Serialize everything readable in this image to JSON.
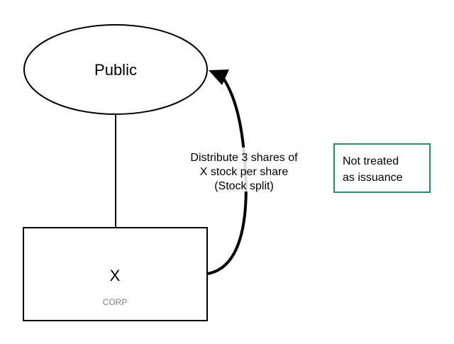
{
  "nodes": {
    "public": {
      "label": "Public"
    },
    "corp": {
      "label": "X",
      "sublabel": "CORP"
    }
  },
  "edge": {
    "label_lines": [
      "Distribute 3 shares of",
      "X stock per share",
      "(Stock split)"
    ]
  },
  "note": {
    "lines": [
      "Not treated",
      "as issuance"
    ],
    "border_color": "#2e8b6a"
  }
}
